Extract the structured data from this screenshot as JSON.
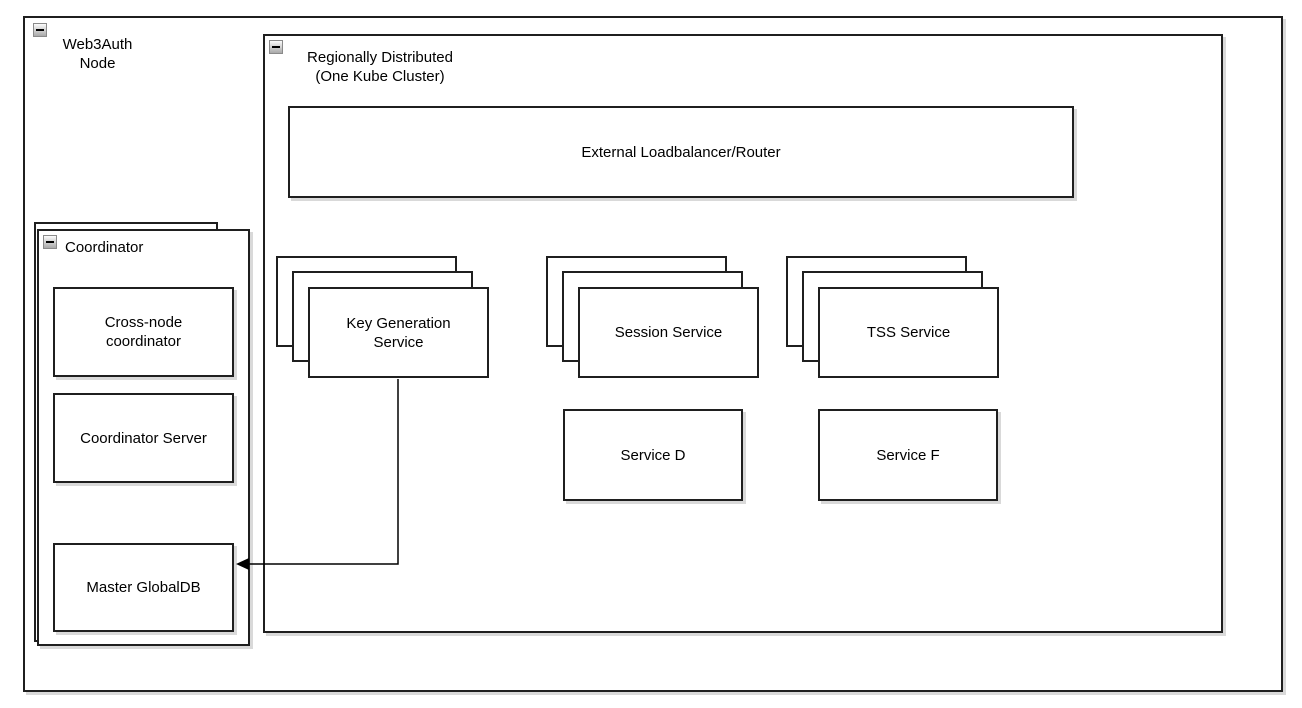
{
  "diagram": {
    "colors": {
      "border": "#1f1f1f",
      "fill": "#ffffff",
      "shadow": "#d9d9d9",
      "text": "#000000"
    },
    "web3auth": {
      "line1": "Web3Auth",
      "line2": "Node"
    },
    "regional": {
      "line1": "Regionally Distributed",
      "line2": "(One Kube Cluster)"
    },
    "loadbalancer": {
      "label": "External Loadbalancer/Router"
    },
    "keygen": {
      "line1": "Key Generation",
      "line2": "Service"
    },
    "session": {
      "line1": "Session Service"
    },
    "tss": {
      "line1": "TSS Service"
    },
    "service_d": {
      "label": "Service D"
    },
    "service_f": {
      "label": "Service F"
    },
    "coordinator": {
      "title": "Coordinator"
    },
    "cross_node": {
      "line1": "Cross-node",
      "line2": "coordinator"
    },
    "coord_server": {
      "label": "Coordinator Server"
    },
    "master_db": {
      "label": "Master GlobalDB"
    },
    "connector": {
      "from": "Key Generation Service",
      "to": "Master GlobalDB"
    }
  }
}
